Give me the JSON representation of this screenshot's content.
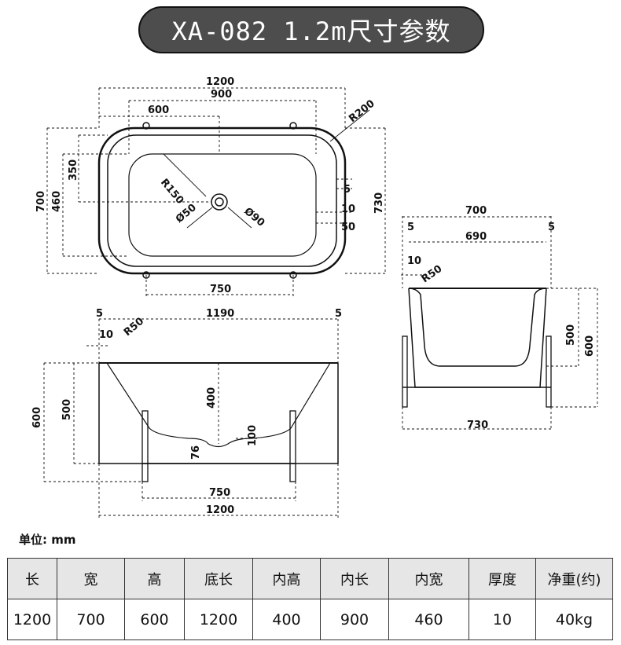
{
  "title": "XA-082 1.2m尺寸参数",
  "unit_label": "单位: mm",
  "top_view": {
    "dim_1200": "1200",
    "dim_900": "900",
    "dim_600": "600",
    "dim_r200": "R200",
    "dim_700": "700",
    "dim_460": "460",
    "dim_350": "350",
    "dim_r150": "R150",
    "dim_d50": "Ø50",
    "dim_d90": "Ø90",
    "dim_5": "5",
    "dim_10": "10",
    "dim_50": "50",
    "dim_730": "730",
    "dim_750": "750"
  },
  "side_view": {
    "dim_700": "700",
    "dim_5a": "5",
    "dim_5b": "5",
    "dim_690": "690",
    "dim_10": "10",
    "dim_r50": "R50",
    "dim_500": "500",
    "dim_600": "600",
    "dim_730": "730"
  },
  "front_view": {
    "dim_5a": "5",
    "dim_5b": "5",
    "dim_1190": "1190",
    "dim_10": "10",
    "dim_r50": "R50",
    "dim_600": "600",
    "dim_500": "500",
    "dim_400": "400",
    "dim_100": "100",
    "dim_76": "76",
    "dim_750": "750",
    "dim_1200": "1200"
  },
  "table": {
    "headers": [
      "长",
      "宽",
      "高",
      "底长",
      "内高",
      "内长",
      "内宽",
      "厚度",
      "净重(约)"
    ],
    "values": [
      "1200",
      "700",
      "600",
      "1200",
      "400",
      "900",
      "460",
      "10",
      "40kg"
    ]
  }
}
